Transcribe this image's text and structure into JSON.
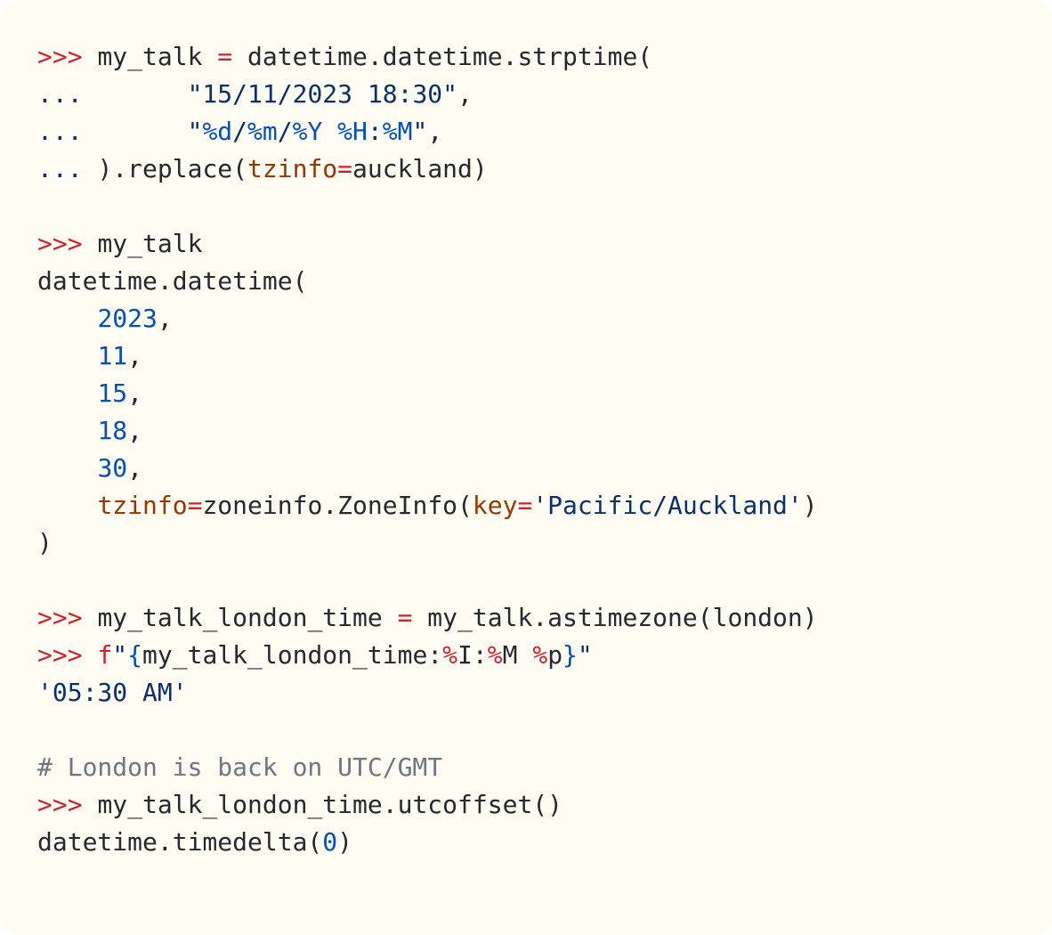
{
  "code_block": {
    "lines": [
      [
        [
          "prompt",
          ">>> "
        ],
        [
          "plain",
          "my_talk "
        ],
        [
          "op",
          "="
        ],
        [
          "plain",
          " datetime.datetime.strptime("
        ]
      ],
      [
        [
          "cont",
          "...       "
        ],
        [
          "str",
          "\"15/11/2023 18:30\""
        ],
        [
          "plain",
          ","
        ]
      ],
      [
        [
          "cont",
          "...       "
        ],
        [
          "str",
          "\""
        ],
        [
          "fmt",
          "%d"
        ],
        [
          "str",
          "/"
        ],
        [
          "fmt",
          "%m"
        ],
        [
          "str",
          "/"
        ],
        [
          "fmt",
          "%Y"
        ],
        [
          "str",
          " "
        ],
        [
          "fmt",
          "%H"
        ],
        [
          "str",
          ":"
        ],
        [
          "fmt",
          "%M"
        ],
        [
          "str",
          "\""
        ],
        [
          "plain",
          ","
        ]
      ],
      [
        [
          "cont",
          "... "
        ],
        [
          "plain",
          ").replace("
        ],
        [
          "kw",
          "tzinfo"
        ],
        [
          "op",
          "="
        ],
        [
          "plain",
          "auckland)"
        ]
      ],
      [],
      [
        [
          "prompt",
          ">>> "
        ],
        [
          "plain",
          "my_talk"
        ]
      ],
      [
        [
          "plain",
          "datetime.datetime("
        ]
      ],
      [
        [
          "plain",
          "    "
        ],
        [
          "num",
          "2023"
        ],
        [
          "plain",
          ","
        ]
      ],
      [
        [
          "plain",
          "    "
        ],
        [
          "num",
          "11"
        ],
        [
          "plain",
          ","
        ]
      ],
      [
        [
          "plain",
          "    "
        ],
        [
          "num",
          "15"
        ],
        [
          "plain",
          ","
        ]
      ],
      [
        [
          "plain",
          "    "
        ],
        [
          "num",
          "18"
        ],
        [
          "plain",
          ","
        ]
      ],
      [
        [
          "plain",
          "    "
        ],
        [
          "num",
          "30"
        ],
        [
          "plain",
          ","
        ]
      ],
      [
        [
          "plain",
          "    "
        ],
        [
          "kw",
          "tzinfo"
        ],
        [
          "op",
          "="
        ],
        [
          "plain",
          "zoneinfo.ZoneInfo("
        ],
        [
          "kw",
          "key"
        ],
        [
          "op",
          "="
        ],
        [
          "str",
          "'Pacific/Auckland'"
        ],
        [
          "plain",
          ")"
        ]
      ],
      [
        [
          "plain",
          ")"
        ]
      ],
      [],
      [
        [
          "prompt",
          ">>> "
        ],
        [
          "plain",
          "my_talk_london_time "
        ],
        [
          "op",
          "="
        ],
        [
          "plain",
          " my_talk.astimezone(london)"
        ]
      ],
      [
        [
          "prompt",
          ">>> "
        ],
        [
          "fprefix",
          "f"
        ],
        [
          "str",
          "\""
        ],
        [
          "brace",
          "{"
        ],
        [
          "plain",
          "my_talk_london_time:"
        ],
        [
          "op",
          "%"
        ],
        [
          "plain",
          "I:"
        ],
        [
          "op",
          "%"
        ],
        [
          "plain",
          "M "
        ],
        [
          "op",
          "%"
        ],
        [
          "plain",
          "p"
        ],
        [
          "brace",
          "}"
        ],
        [
          "str",
          "\""
        ]
      ],
      [
        [
          "str",
          "'05:30 AM'"
        ]
      ],
      [],
      [
        [
          "comment",
          "# London is back on UTC/GMT"
        ]
      ],
      [
        [
          "prompt",
          ">>> "
        ],
        [
          "plain",
          "my_talk_london_time.utcoffset()"
        ]
      ],
      [
        [
          "plain",
          "datetime.timedelta("
        ],
        [
          "num",
          "0"
        ],
        [
          "plain",
          ")"
        ]
      ]
    ]
  }
}
